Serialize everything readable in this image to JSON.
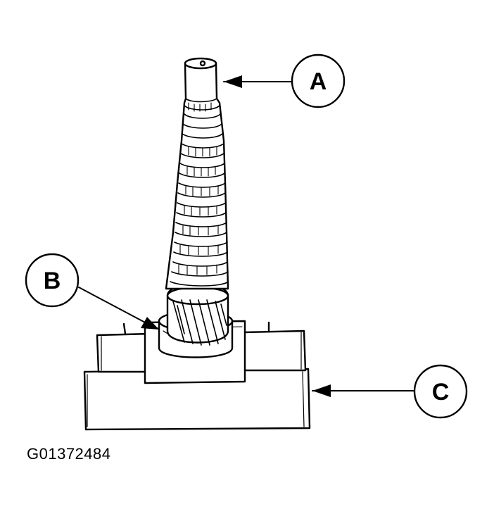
{
  "callouts": {
    "a": "A",
    "b": "B",
    "c": "C"
  },
  "figure_code": "G01372484"
}
